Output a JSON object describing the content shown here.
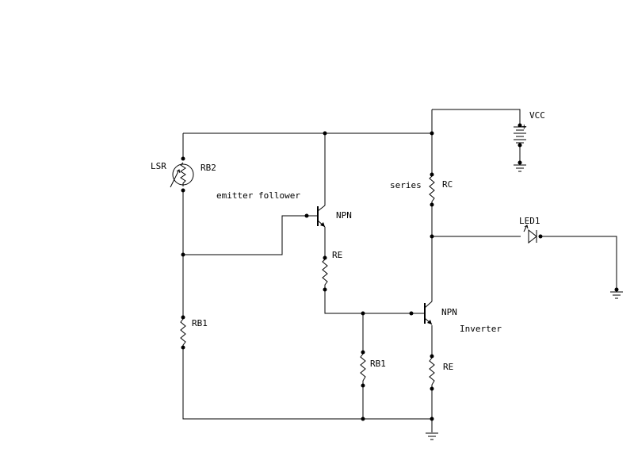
{
  "labels": {
    "vcc": "VCC",
    "plus": "+",
    "lsr": "LSR",
    "rb2": "RB2",
    "emitter_follower": "emitter follower",
    "npn_top": "NPN",
    "re_top": "RE",
    "series": "series",
    "rc": "RC",
    "led1": "LED1",
    "npn_bottom": "NPN",
    "inverter": "Inverter",
    "rb1_left": "RB1",
    "rb1_mid": "RB1",
    "re_bottom": "RE"
  }
}
